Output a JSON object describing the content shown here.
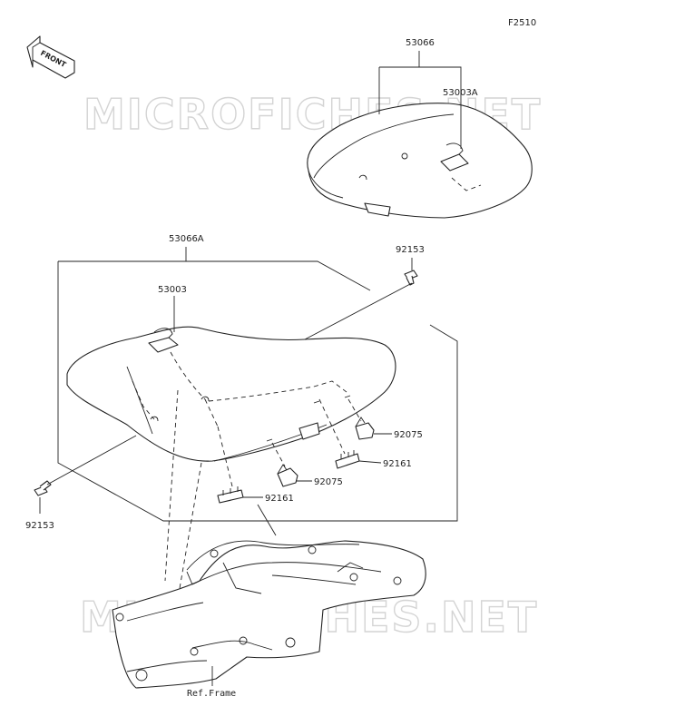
{
  "figure_code": "F2510",
  "front_arrow_text": "FRONT",
  "watermarks": [
    "MICROFICHES.NET",
    "MICROFICHES.NET"
  ],
  "callouts": {
    "rear_seat_assy": "53066",
    "rear_seat_strap": "53003A",
    "front_seat_assy": "53066A",
    "front_seat_strap": "53003",
    "bolt_top": "92153",
    "bolt_left": "92153",
    "damper_right": "92075",
    "damper_center": "92075",
    "clip_right": "92161",
    "clip_left": "92161",
    "frame_ref": "Ref.Frame"
  }
}
